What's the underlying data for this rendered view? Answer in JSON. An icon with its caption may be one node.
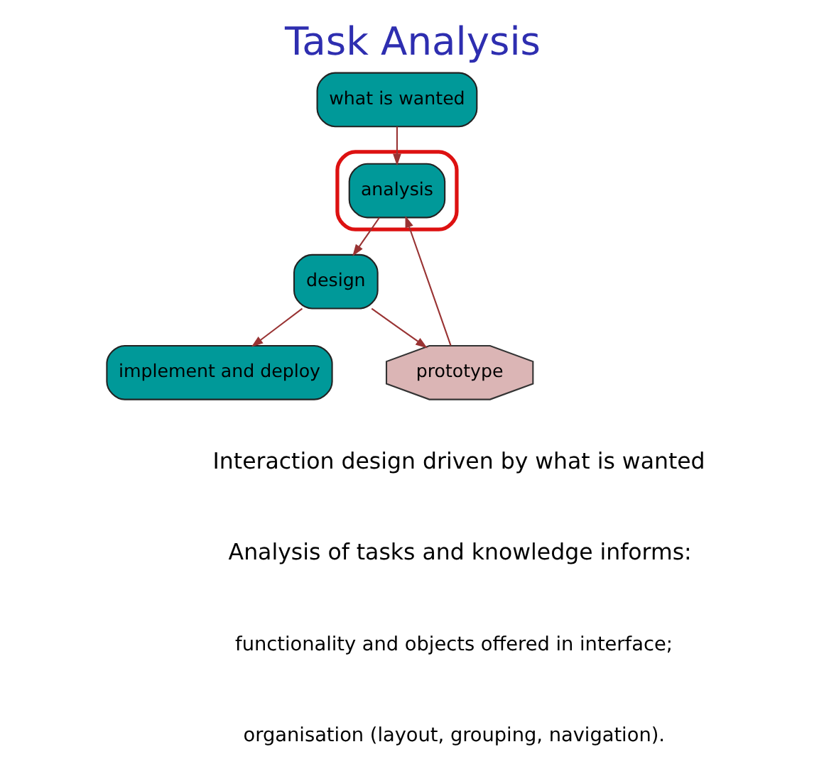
{
  "diagram": {
    "title": "Task Analysis",
    "nodes": [
      {
        "text": [
          "what is wanted"
        ]
      },
      {
        "text": [],
        "shape": "ellipse"
      },
      {
        "text": [
          "analysis"
        ],
        "in": 1
      },
      {
        "text": [
          "design"
        ]
      },
      {
        "text": [
          "implement and deploy"
        ]
      },
      {
        "text": [
          "prototype"
        ]
      }
    ],
    "edges": [
      {
        "from": 0,
        "to": 2,
        "arrow": "to"
      },
      {
        "from": 2,
        "to": 3,
        "arrow": "to"
      },
      {
        "from": 3,
        "to": 4,
        "arrow": "to"
      },
      {
        "from": 3,
        "to": 5,
        "arrow": "to"
      },
      {
        "from": 5,
        "to": 2,
        "arrow": "to"
      }
    ],
    "labels": [
      "Interaction design driven by what is wanted",
      "Analysis of tasks and knowledge informs:",
      "functionality and objects offered in interface;",
      "organisation (layout, grouping, navigation)."
    ]
  }
}
